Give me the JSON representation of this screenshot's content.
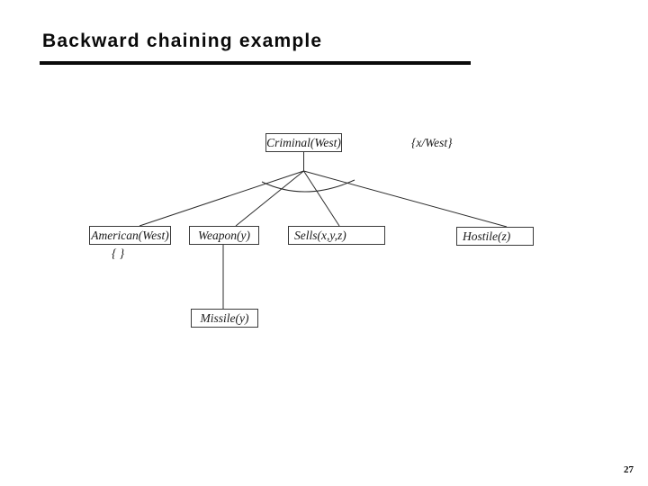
{
  "slide": {
    "title": "Backward chaining example",
    "page_number": "27"
  },
  "diagram": {
    "type": "backward-chaining-proof-tree",
    "nodes": {
      "criminal": {
        "label": "Criminal(West)"
      },
      "american": {
        "label": "American(West)"
      },
      "weapon": {
        "label": "Weapon(y)"
      },
      "sells": {
        "label": "Sells(x,y,z)"
      },
      "hostile": {
        "label": "Hostile(z)"
      },
      "missile": {
        "label": "Missile(y)"
      }
    },
    "annotations": {
      "root_substitution": "{x/West}",
      "american_substitution": "{ }"
    },
    "edges": [
      {
        "from": "criminal",
        "to": "american"
      },
      {
        "from": "criminal",
        "to": "weapon"
      },
      {
        "from": "criminal",
        "to": "sells"
      },
      {
        "from": "criminal",
        "to": "hostile"
      },
      {
        "from": "weapon",
        "to": "missile"
      }
    ],
    "and_arc": "arc across the four conjunct edges below Criminal(West)"
  },
  "colors": {
    "background": "#ffffff",
    "text": "#1a1a1a",
    "title": "#0a0a0a",
    "line": "#2b2b2b",
    "box_border": "#3a3a3a"
  }
}
